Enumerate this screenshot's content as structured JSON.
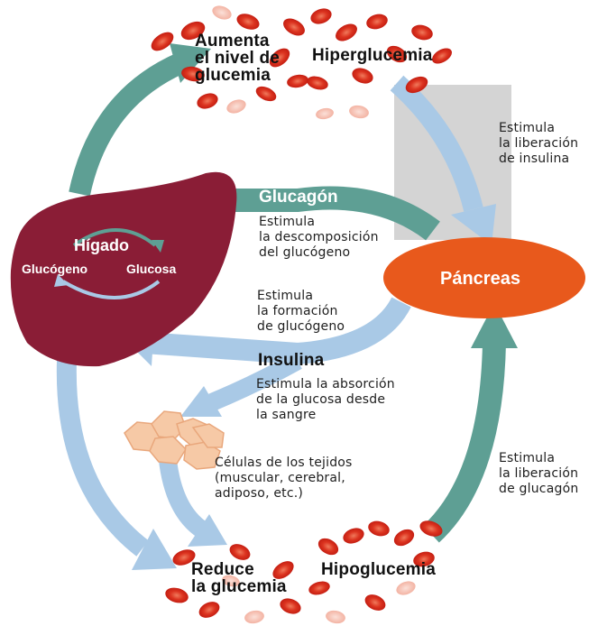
{
  "states": {
    "hyperglycemia": "Hiperglucemia",
    "hypoglycemia": "Hipoglucemia",
    "glucose_rises": "Aumenta\nel nivel de\nglucemia",
    "glucose_drops": "Reduce\nla glucemia"
  },
  "organs": {
    "liver": "Hígado",
    "glycogen": "Glucógeno",
    "glucose": "Glucosa",
    "pancreas": "Páncreas",
    "cells": "Células de los tejidos\n(muscular, cerebral,\nadiposo, etc.)"
  },
  "hormones": {
    "glucagon": "Glucagón",
    "insulin": "Insulina"
  },
  "actions": {
    "stimulates_insulin": "Estimula\nla liberación\nde insulina",
    "stimulates_glucagon": "Estimula\nla liberación\nde glucagón",
    "glycogen_breakdown": "Estimula\nla descomposición\ndel glucógeno",
    "glycogen_formation": "Estimula\nla formación\nde glucógeno",
    "glucose_absorption": "Estimula la absorción\nde la glucosa desde\nla sangre"
  },
  "colors": {
    "teal": "#5e9f94",
    "light_blue": "#a9c9e6",
    "liver": "#8a1d36",
    "pancreas": "#e8591c",
    "red_cell": "#d92b1c",
    "gray_box": "#d4d4d4"
  }
}
